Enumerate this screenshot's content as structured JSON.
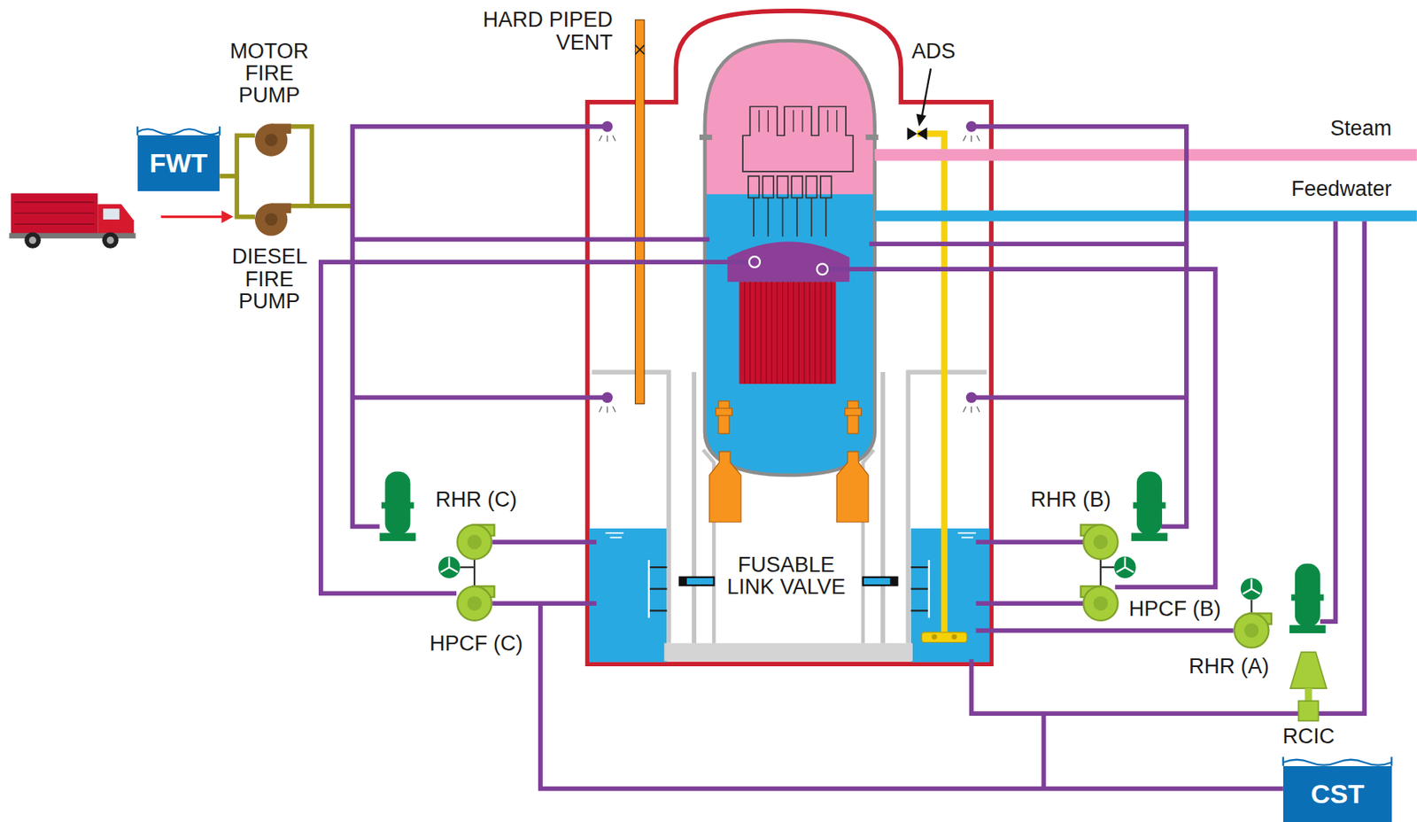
{
  "diagram": {
    "nodes": [
      {
        "text": [
          "FWT"
        ]
      },
      {
        "text": [
          "CST"
        ]
      }
    ],
    "labels": [
      "HARD PIPED VENT",
      "MOTOR FIRE PUMP",
      "DIESEL FIRE PUMP",
      "ADS",
      "Steam",
      "Feedwater",
      "RHR (C)",
      "HPCF (C)",
      "FUSABLE LINK VALVE",
      "RHR (B)",
      "HPCF (B)",
      "RHR (A)",
      "RCIC"
    ]
  }
}
